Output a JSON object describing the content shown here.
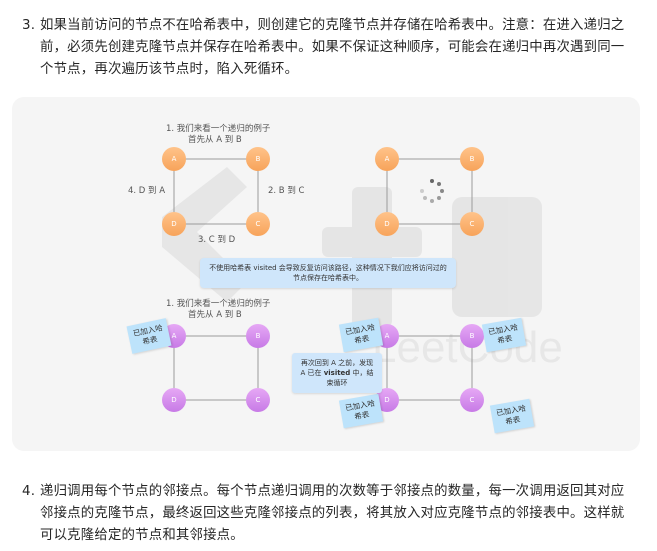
{
  "paragraphs": [
    {
      "num": "3.",
      "text": "如果当前访问的节点不在哈希表中，则创建它的克隆节点并存储在哈希表中。注意：在进入递归之前，必须先创建克隆节点并保存在哈希表中。如果不保证这种顺序，可能会在递归中再次遇到同一个节点，再次遍历该节点时，陷入死循环。"
    },
    {
      "num": "4.",
      "text": "递归调用每个节点的邻接点。每个节点递归调用的次数等于邻接点的数量，每一次调用返回其对应邻接点的克隆节点，最终返回这些克隆邻接点的列表，将其放入对应克隆节点的邻接表中。这样就可以克隆给定的节点和其邻接点。"
    }
  ],
  "figure": {
    "top_left": {
      "caption_line1": "1. 我们来看一个递归的例子",
      "caption_line2": "首先从 A 到 B",
      "edge_ab": "",
      "edge_bc": "2. B 到 C",
      "edge_cd": "3. C 到 D",
      "edge_da": "4. D 到 A",
      "nodes": [
        "A",
        "B",
        "D",
        "C"
      ]
    },
    "top_right": {
      "nodes": [
        "A",
        "B",
        "D",
        "C"
      ]
    },
    "middle_note": "不使用哈希表 visited 会导致反复访问该路径，这种情况下我们应将访问过的节点保存在哈希表中。",
    "bottom_left": {
      "caption_line1": "1. 我们来看一个递归的例子",
      "caption_line2": "首先从 A 到 B",
      "nodes": [
        "A",
        "B",
        "D",
        "C"
      ],
      "sticker": "已加入哈希表"
    },
    "bottom_right": {
      "nodes": [
        "A",
        "B",
        "D",
        "C"
      ],
      "sticker_a": "已加入哈希表",
      "sticker_b": "已加入哈希表",
      "sticker_d": "已加入哈希表",
      "sticker_c": "已加入哈希表",
      "callout_pre": "再次回到 A 之前，发现 A 已在 ",
      "callout_bold": "visited",
      "callout_post": " 中，结束循环"
    },
    "watermark": "LeetCode",
    "colors": {
      "orange": "#f7a35a",
      "purple": "#c77ae6",
      "sticker": "#bde3fb",
      "panel": "#f5f5f5"
    }
  }
}
